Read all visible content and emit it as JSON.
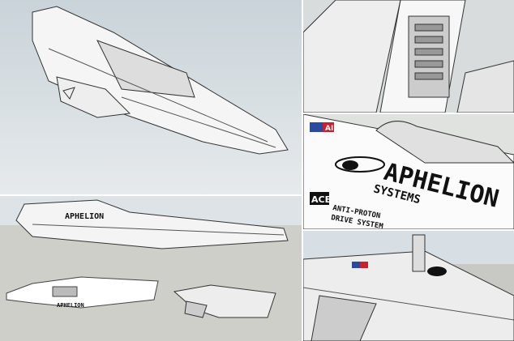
{
  "decals": {
    "brand": "APHELION",
    "brand_sub": "SYSTEMS",
    "engine_badge": "ACE",
    "engine_text_1": "ANTI-PROTON",
    "engine_text_2": "DRIVE SYSTEM",
    "flag_badge": "AI"
  },
  "colors": {
    "hull": "#f4f4f4",
    "line": "#333333",
    "sky": "#c9d3d9",
    "ground": "#cfcfca",
    "flag_red": "#c8202c",
    "flag_blue": "#2a4aa0"
  }
}
